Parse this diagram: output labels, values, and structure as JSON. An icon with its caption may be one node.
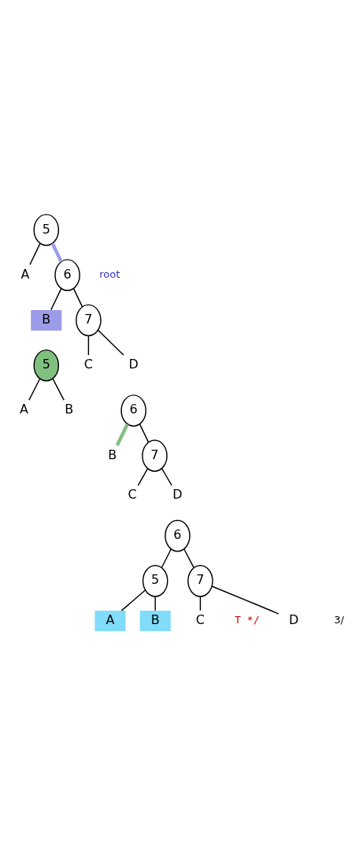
{
  "diagram": {
    "nodes": [
      {
        "text": [
          "5"
        ]
      },
      {
        "text": [
          "A"
        ]
      },
      {
        "text": [
          "6"
        ]
      },
      {
        "text": [
          "B"
        ]
      },
      {
        "text": [
          "7"
        ]
      },
      {
        "text": [
          "C"
        ]
      },
      {
        "text": [
          "D"
        ]
      },
      {
        "text": [
          "5"
        ]
      },
      {
        "text": [
          "A"
        ]
      },
      {
        "text": [
          "B"
        ]
      },
      {
        "text": [
          "6"
        ]
      },
      {
        "text": [
          "B"
        ]
      },
      {
        "text": [
          "7"
        ]
      },
      {
        "text": [
          "C"
        ]
      },
      {
        "text": [
          "D"
        ]
      },
      {
        "text": [
          "6"
        ]
      },
      {
        "text": [
          "5"
        ]
      },
      {
        "text": [
          "7"
        ]
      },
      {
        "text": [
          "A"
        ]
      },
      {
        "text": [
          "B"
        ]
      },
      {
        "text": [
          "C"
        ]
      },
      {
        "text": [
          "D"
        ]
      }
    ],
    "edges": [
      {
        "from": 0,
        "to": 1,
        "arrow": "none"
      },
      {
        "from": 0,
        "to": 2,
        "arrow": "none",
        "style": "thick",
        "color": "#9b9be8"
      },
      {
        "from": 2,
        "to": 3,
        "arrow": "none"
      },
      {
        "from": 2,
        "to": 4,
        "arrow": "none"
      },
      {
        "from": 4,
        "to": 5,
        "arrow": "none"
      },
      {
        "from": 4,
        "to": 6,
        "arrow": "none"
      },
      {
        "from": 7,
        "to": 8,
        "arrow": "none"
      },
      {
        "from": 7,
        "to": 9,
        "arrow": "none"
      },
      {
        "from": 10,
        "to": 11,
        "arrow": "none",
        "style": "thick",
        "color": "#7fbf7f"
      },
      {
        "from": 10,
        "to": 12,
        "arrow": "none"
      },
      {
        "from": 12,
        "to": 13,
        "arrow": "none"
      },
      {
        "from": 12,
        "to": 14,
        "arrow": "none"
      },
      {
        "from": 15,
        "to": 16,
        "arrow": "none"
      },
      {
        "from": 15,
        "to": 17,
        "arrow": "none"
      },
      {
        "from": 16,
        "to": 18,
        "arrow": "none"
      },
      {
        "from": 16,
        "to": 19,
        "arrow": "none"
      },
      {
        "from": 17,
        "to": 20,
        "arrow": "none"
      },
      {
        "from": 17,
        "to": 21,
        "arrow": "none"
      }
    ],
    "labels": [
      "root",
      "T */",
      "3/"
    ]
  }
}
